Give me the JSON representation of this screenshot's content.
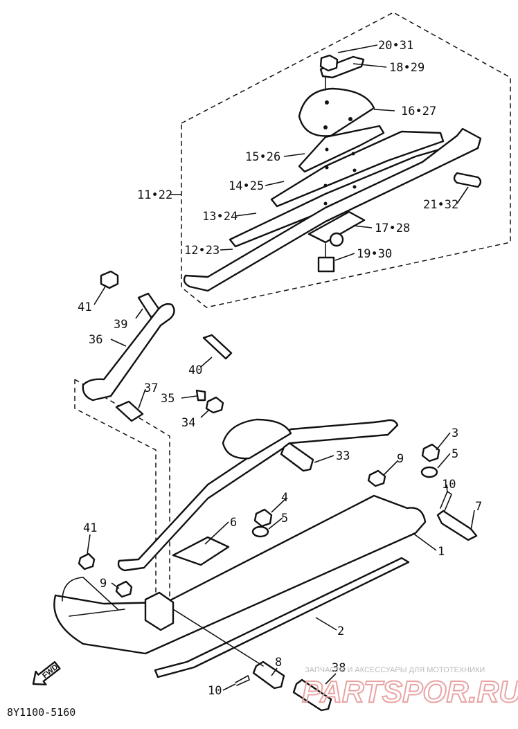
{
  "diagram": {
    "drawing_code": "8Y1100-5160",
    "forward_marker": "FWD",
    "labels": {
      "p20_31": "20•31",
      "p18_29": "18•29",
      "p16_27": "16•27",
      "p15_26": "15•26",
      "p14_25": "14•25",
      "p11_22": "11•22",
      "p21_32": "21•32",
      "p13_24": "13•24",
      "p17_28": "17•28",
      "p12_23": "12•23",
      "p19_30": "19•30",
      "p41a": "41",
      "p39": "39",
      "p36": "36",
      "p40": "40",
      "p37": "37",
      "p35": "35",
      "p34": "34",
      "p33": "33",
      "p3": "3",
      "p5a": "5",
      "p9a": "9",
      "p10a": "10",
      "p4": "4",
      "p5b": "5",
      "p7": "7",
      "p6": "6",
      "p41b": "41",
      "p1": "1",
      "p9b": "9",
      "p2": "2",
      "p8": "8",
      "p38": "38",
      "p10b": "10"
    }
  },
  "watermark": {
    "caption": "ЗАПЧАСТИ И АКСЕССУАРЫ ДЛЯ МОТОТЕХНИКИ",
    "brand": "PARTSPOR.RU"
  }
}
